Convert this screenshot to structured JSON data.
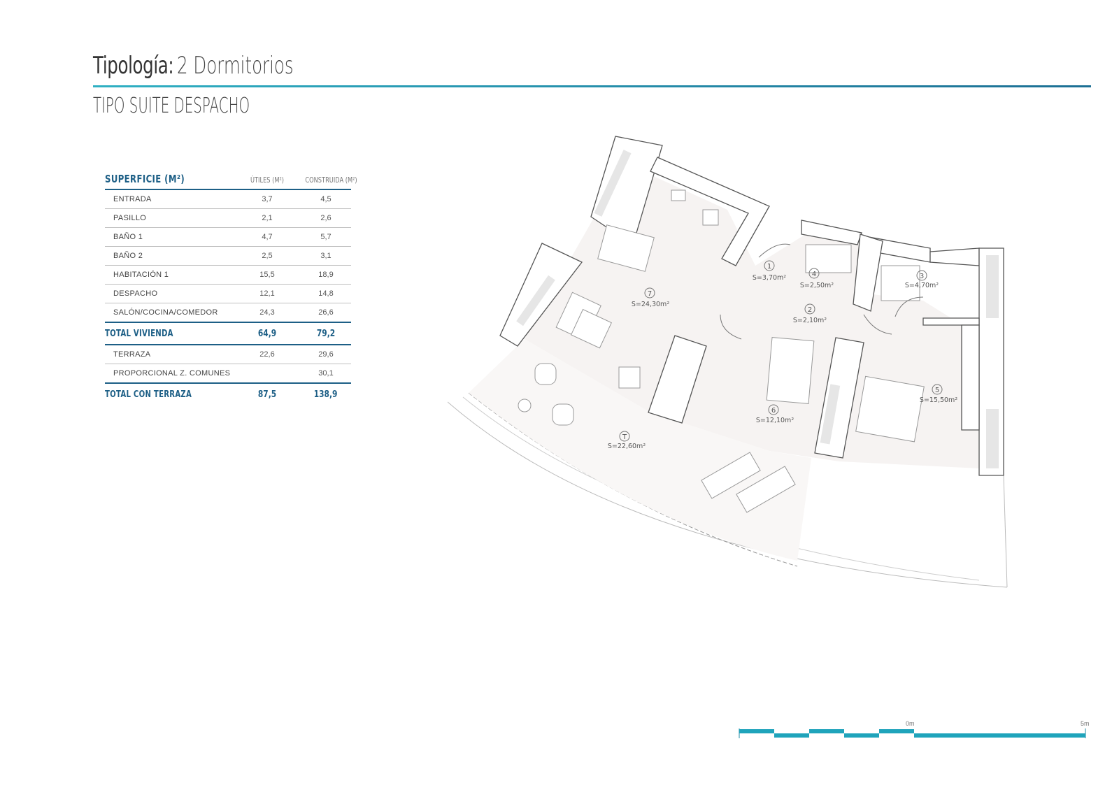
{
  "header": {
    "title_label": "Tipología:",
    "title_value": "2 Dormitorios",
    "subtitle": "TIPO SUITE DESPACHO"
  },
  "table": {
    "heading": "SUPERFICIE (M²)",
    "col_utiles": "ÚTILES (M²)",
    "col_construida": "CONSTRUIDA (M²)",
    "rows": [
      {
        "label": "ENTRADA",
        "utiles": "3,7",
        "construida": "4,5"
      },
      {
        "label": "PASILLO",
        "utiles": "2,1",
        "construida": "2,6"
      },
      {
        "label": "BAÑO 1",
        "utiles": "4,7",
        "construida": "5,7"
      },
      {
        "label": "BAÑO 2",
        "utiles": "2,5",
        "construida": "3,1"
      },
      {
        "label": "HABITACIÓN 1",
        "utiles": "15,5",
        "construida": "18,9"
      },
      {
        "label": "DESPACHO",
        "utiles": "12,1",
        "construida": "14,8"
      },
      {
        "label": "SALÓN/COCINA/COMEDOR",
        "utiles": "24,3",
        "construida": "26,6"
      }
    ],
    "total_vivienda": {
      "label": "TOTAL VIVIENDA",
      "utiles": "64,9",
      "construida": "79,2"
    },
    "extra_rows": [
      {
        "label": "TERRAZA",
        "utiles": "22,6",
        "construida": "29,6"
      },
      {
        "label": "PROPORCIONAL Z. COMUNES",
        "utiles": "",
        "construida": "30,1"
      }
    ],
    "total_terraza": {
      "label": "TOTAL CON TERRAZA",
      "utiles": "87,5",
      "construida": "138,9"
    }
  },
  "plan": {
    "rooms": [
      {
        "num": "1",
        "area": "S=3,70m²"
      },
      {
        "num": "2",
        "area": "S=2,10m²"
      },
      {
        "num": "3",
        "area": "S=4,70m²"
      },
      {
        "num": "4",
        "area": "S=2,50m²"
      },
      {
        "num": "5",
        "area": "S=15,50m²"
      },
      {
        "num": "6",
        "area": "S=12,10m²"
      },
      {
        "num": "7",
        "area": "S=24,30m²"
      },
      {
        "num": "T",
        "area": "S=22,60m²"
      }
    ]
  },
  "scale_bar": {
    "start_label": "0m",
    "end_label": "5m"
  },
  "colors": {
    "accent": "#1d5f86",
    "accent_light": "#2fb0c3",
    "wall": "#555555"
  }
}
